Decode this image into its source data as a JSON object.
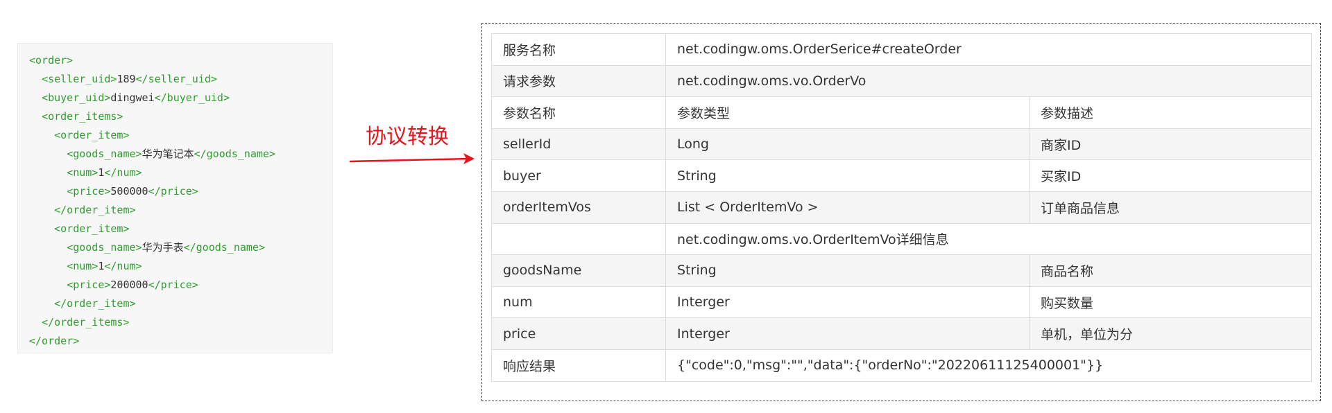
{
  "code": {
    "lines": [
      {
        "indent": "",
        "open": "<order>",
        "value": "",
        "close": ""
      },
      {
        "indent": "  ",
        "open": "<seller_uid>",
        "value": "189",
        "close": "</seller_uid>"
      },
      {
        "indent": "  ",
        "open": "<buyer_uid>",
        "value": "dingwei",
        "close": "</buyer_uid>"
      },
      {
        "indent": "  ",
        "open": "<order_items>",
        "value": "",
        "close": ""
      },
      {
        "indent": "    ",
        "open": "<order_item>",
        "value": "",
        "close": ""
      },
      {
        "indent": "      ",
        "open": "<goods_name>",
        "value": "华为笔记本",
        "close": "</goods_name>"
      },
      {
        "indent": "      ",
        "open": "<num>",
        "value": "1",
        "close": "</num>"
      },
      {
        "indent": "      ",
        "open": "<price>",
        "value": "500000",
        "close": "</price>"
      },
      {
        "indent": "    ",
        "open": "</order_item>",
        "value": "",
        "close": ""
      },
      {
        "indent": "    ",
        "open": "<order_item>",
        "value": "",
        "close": ""
      },
      {
        "indent": "      ",
        "open": "<goods_name>",
        "value": "华为手表",
        "close": "</goods_name>"
      },
      {
        "indent": "      ",
        "open": "<num>",
        "value": "1",
        "close": "</num>"
      },
      {
        "indent": "      ",
        "open": "<price>",
        "value": "200000",
        "close": "</price>"
      },
      {
        "indent": "    ",
        "open": "</order_item>",
        "value": "",
        "close": ""
      },
      {
        "indent": "  ",
        "open": "</order_items>",
        "value": "",
        "close": ""
      },
      {
        "indent": "",
        "open": "</order>",
        "value": "",
        "close": ""
      }
    ]
  },
  "arrow": {
    "label": "协议转换",
    "color": "#e8141c"
  },
  "table": {
    "rows": [
      {
        "c1": "服务名称",
        "c2": "net.codingw.oms.OrderSerice#createOrder",
        "c3": null
      },
      {
        "c1": "请求参数",
        "c2": "net.codingw.oms.vo.OrderVo",
        "c3": null
      },
      {
        "c1": "参数名称",
        "c2": "参数类型",
        "c3": "参数描述"
      },
      {
        "c1": "sellerId",
        "c2": "Long",
        "c3": "商家ID"
      },
      {
        "c1": "buyer",
        "c2": "String",
        "c3": "买家ID"
      },
      {
        "c1": "orderItemVos",
        "c2": "List < OrderItemVo >",
        "c3": "订单商品信息"
      },
      {
        "c1": "",
        "c2": "net.codingw.oms.vo.OrderItemVo详细信息",
        "c3": null
      },
      {
        "c1": "goodsName",
        "c2": "String",
        "c3": "商品名称"
      },
      {
        "c1": "num",
        "c2": "Interger",
        "c3": "购买数量"
      },
      {
        "c1": "price",
        "c2": "Interger",
        "c3": "单机，单位为分"
      },
      {
        "c1": "响应结果",
        "c2": "{\"code\":0,\"msg\":\"\",\"data\":{\"orderNo\":\"20220611125400001\"}}",
        "c3": null
      }
    ]
  }
}
